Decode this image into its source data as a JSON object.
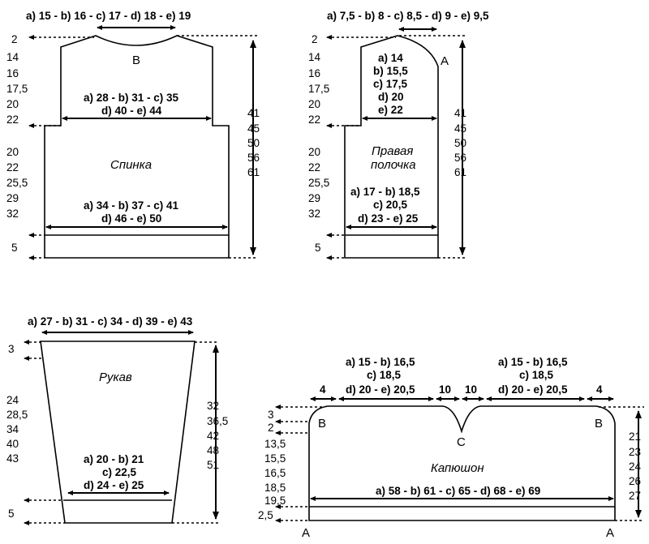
{
  "back": {
    "name": "Спинка",
    "letter_b": "B",
    "neck": "a) 15 - b) 16 - c) 17 - d) 18 - e) 19",
    "chest_1": "a) 28 - b) 31 - c) 35",
    "chest_2": "d) 40 - e) 44",
    "hip_1": "a) 34 - b) 37 - c) 41",
    "hip_2": "d) 46 - e) 50",
    "left_top": [
      "2",
      "14",
      "16",
      "17,5",
      "20",
      "22"
    ],
    "left_bottom": [
      "20",
      "22",
      "25,5",
      "29",
      "32"
    ],
    "rib": "5",
    "right": [
      "41",
      "45",
      "50",
      "56",
      "61"
    ]
  },
  "front": {
    "name_1": "Правая",
    "name_2": "полочка",
    "letter_a": "A",
    "neck": "a) 7,5 - b) 8 - c) 8,5 - d) 9 - e) 9,5",
    "chest": [
      "a) 14",
      "b) 15,5",
      "c) 17,5",
      "d) 20",
      "e) 22"
    ],
    "hip_1": "a) 17 - b) 18,5",
    "hip_2": "c) 20,5",
    "hip_3": "d) 23 - e) 25",
    "left_top": [
      "2",
      "14",
      "16",
      "17,5",
      "20",
      "22"
    ],
    "left_bottom": [
      "20",
      "22",
      "25,5",
      "29",
      "32"
    ],
    "rib": "5",
    "right": [
      "41",
      "45",
      "50",
      "56",
      "61"
    ]
  },
  "sleeve": {
    "name": "Рукав",
    "top": "a) 27 - b) 31 - c) 34 - d) 39 - e) 43",
    "cap": "3",
    "left": [
      "24",
      "28,5",
      "34",
      "40",
      "43"
    ],
    "cuff_1": "a) 20 - b) 21",
    "cuff_2": "c) 22,5",
    "cuff_3": "d) 24 - e) 25",
    "rib": "5",
    "right": [
      "32",
      "36,5",
      "42",
      "48",
      "51"
    ]
  },
  "hood": {
    "name": "Капюшон",
    "left_width_1": "a) 15 - b) 16,5",
    "left_width_2": "c) 18,5",
    "left_width_3": "d) 20 - e) 20,5",
    "right_width_1": "a) 15 - b) 16,5",
    "right_width_2": "c) 18,5",
    "right_width_3": "d) 20 - e) 20,5",
    "edge_left": "4",
    "edge_right": "4",
    "mid_left": "10",
    "mid_right": "10",
    "letter_b_left": "B",
    "letter_b_right": "B",
    "letter_c": "C",
    "letter_a_left": "A",
    "letter_a_right": "A",
    "total": "a) 58 - b) 61 - c) 65 - d) 68 - e) 69",
    "left_top": [
      "3",
      "2"
    ],
    "left": [
      "13,5",
      "15,5",
      "16,5",
      "18,5",
      "19,5"
    ],
    "rib": "2,5",
    "right": [
      "21",
      "23",
      "24",
      "26",
      "27"
    ]
  }
}
